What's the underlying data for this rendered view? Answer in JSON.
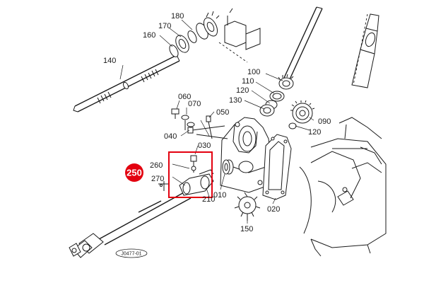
{
  "diagram": {
    "callouts": [
      {
        "id": "c140",
        "text": "140"
      },
      {
        "id": "c160",
        "text": "160"
      },
      {
        "id": "c170",
        "text": "170"
      },
      {
        "id": "c180",
        "text": "180"
      },
      {
        "id": "c100",
        "text": "100"
      },
      {
        "id": "c110",
        "text": "110"
      },
      {
        "id": "c120a",
        "text": "120"
      },
      {
        "id": "c130",
        "text": "130"
      },
      {
        "id": "c090",
        "text": "090"
      },
      {
        "id": "c120b",
        "text": "120"
      },
      {
        "id": "c060",
        "text": "060"
      },
      {
        "id": "c070",
        "text": "070"
      },
      {
        "id": "c050",
        "text": "050"
      },
      {
        "id": "c040",
        "text": "040"
      },
      {
        "id": "c030",
        "text": "030"
      },
      {
        "id": "c260",
        "text": "260"
      },
      {
        "id": "c270",
        "text": "270"
      },
      {
        "id": "c010",
        "text": "010"
      },
      {
        "id": "c210",
        "text": "210"
      },
      {
        "id": "c020",
        "text": "020"
      },
      {
        "id": "c150",
        "text": "150"
      }
    ],
    "highlight": {
      "text": "250",
      "color": "#e3000f"
    },
    "drawing_code": "J0477-01",
    "colors": {
      "line": "#1a1a1a",
      "highlight": "#e3000f",
      "background": "#ffffff"
    }
  }
}
